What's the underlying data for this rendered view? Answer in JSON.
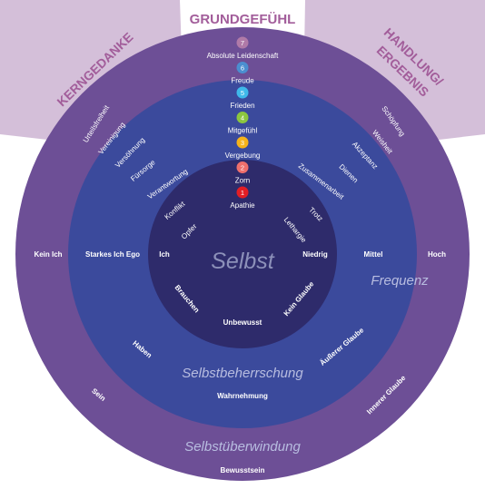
{
  "headings": {
    "top": "GRUNDGEFÜHL",
    "left": "KERNGEDANKE",
    "right_line1": "HANDLUNG/",
    "right_line2": "ERGEBNIS"
  },
  "rings": {
    "outer_title": "Selbstüberwindung",
    "middle_title": "Selbstbeherrschung",
    "inner_title": "Selbst",
    "frequency_label": "Frequenz"
  },
  "levels": [
    {
      "number": "7",
      "label": "Absolute Leidenschaft",
      "color": "#b07aa8"
    },
    {
      "number": "6",
      "label": "Freude",
      "color": "#4b8ed0"
    },
    {
      "number": "5",
      "label": "Frieden",
      "color": "#3fb9ea"
    },
    {
      "number": "4",
      "label": "Mitgefühl",
      "color": "#8cc63f"
    },
    {
      "number": "3",
      "label": "Vergebung",
      "color": "#f6b31a"
    },
    {
      "number": "2",
      "label": "Zorn",
      "color": "#ef6f6c"
    },
    {
      "number": "1",
      "label": "Apathie",
      "color": "#e31e24"
    }
  ],
  "left_thoughts": [
    "Urteilsfreiheit",
    "Vereinigung",
    "Versöhnung",
    "Fürsorge",
    "Verantwortung",
    "Konflikt",
    "Opfer"
  ],
  "right_actions": [
    "Schöpfung",
    "Weisheit",
    "Akzeptanz",
    "Dienen",
    "Zusammenarbeit",
    "Trotz",
    "Lethargie"
  ],
  "horizontal": {
    "kein_ich": "Kein Ich",
    "starkes_ich_ego": "Starkes Ich Ego",
    "ich": "Ich",
    "niedrig": "Niedrig",
    "mittel": "Mittel",
    "hoch": "Hoch"
  },
  "bottom": {
    "brauchen": "Brauchen",
    "unbewusst": "Unbewusst",
    "kein_glaube": "Kein Glaube",
    "haben": "Haben",
    "ausserer_glaube": "Äußerer Glaube",
    "wahrnehmung": "Wahrnehmung",
    "sein": "Sein",
    "innerer_glaube": "Innerer Glaube",
    "bewusstsein": "Bewusstsein"
  },
  "colors": {
    "wedge": "#d4bfd9",
    "outer_ring": "#6d4f96",
    "middle_ring": "#3b4a9c",
    "inner_ring": "#2e2b6b",
    "heading": "#a25d9a",
    "italic_label": "#b8bde0"
  }
}
